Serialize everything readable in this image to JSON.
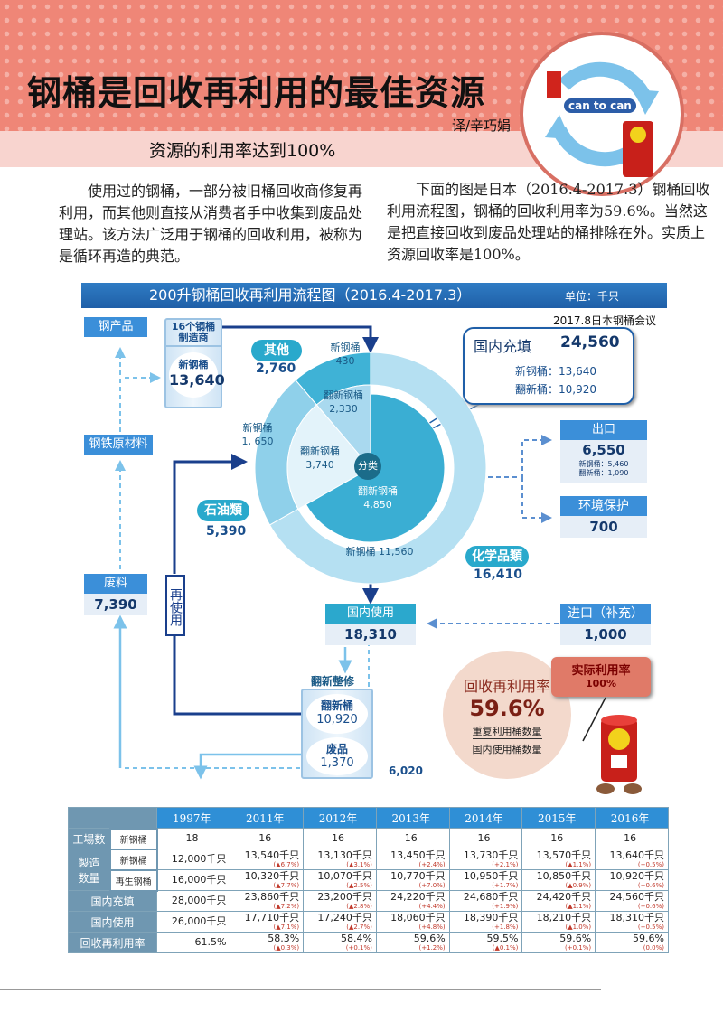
{
  "header": {
    "title": "钢桶是回收再利用的最佳资源",
    "translator": "译/辛巧娟",
    "subtitle": "资源的利用率达到100%",
    "logo_text": "can to can"
  },
  "paragraphs": {
    "left": "使用过的钢桶，一部分被旧桶回收商修复再利用，而其他则直接从消费者手中收集到废品处理站。该方法广泛用于钢桶的回收利用，被称为是循环再造的典范。",
    "right": "下面的图是日本（2016.4-2017.3）钢桶回收利用流程图，钢桶的回收利用率为59.6%。当然这是把直接回收到废品处理站的桶排除在外。实质上资源回收率是100%。"
  },
  "flow": {
    "title": "200升钢桶回收再利用流程图（2016.4-2017.3）",
    "unit": "单位：千只",
    "source": "2017.8日本钢桶会议",
    "steel_products": "钢产品",
    "raw_material": "钢铁原材料",
    "scrap": {
      "label": "废料",
      "value": "7,390"
    },
    "maker": {
      "label": "16个钢桶制造商",
      "sub": "新钢桶",
      "value": "13,640"
    },
    "other": {
      "label": "其他",
      "value": "2,760"
    },
    "oil": {
      "label": "石油類",
      "value": "5,390"
    },
    "chem": {
      "label": "化学品類",
      "value": "16,410"
    },
    "center": "分类",
    "filling": {
      "label": "国内充填",
      "value": "24,560",
      "new_label": "新钢桶：13,640",
      "reno_label": "翻新桶：10,920"
    },
    "export": {
      "label": "出口",
      "value": "6,550",
      "new": "新钢桶：5,460",
      "reno": "翻新桶：1,090"
    },
    "env": {
      "label": "环境保护",
      "value": "700"
    },
    "domestic": {
      "label": "国内使用",
      "value": "18,310"
    },
    "import": {
      "label": "进口（补充）",
      "value": "1,000"
    },
    "reuse": "再使用",
    "renovation": {
      "title": "翻新整修",
      "reno_label": "翻新桶",
      "reno_value": "10,920",
      "waste_label": "废品",
      "waste_value": "1,370"
    },
    "direct": "6,020",
    "rate": {
      "label": "回收再利用率",
      "value": "59.6%",
      "numerator": "重复利用桶数量",
      "denominator": "国内使用桶数量"
    },
    "actual": {
      "label": "实际利用率",
      "value": "100%"
    }
  },
  "chart_data": {
    "type": "pie",
    "title": "国内充填 24,560",
    "slices": [
      {
        "group": "其他",
        "outer_label": "新钢桶",
        "outer": 430,
        "outer_text": "430",
        "inner_label": "翻新钢桶",
        "inner": 2330,
        "inner_text": "2,330"
      },
      {
        "group": "石油類",
        "outer_label": "新钢桶",
        "outer": 1650,
        "outer_text": "1, 650",
        "inner_label": "翻新钢桶",
        "inner": 3740,
        "inner_text": "3,740"
      },
      {
        "group": "化学品類",
        "outer_label": "新钢桶",
        "outer": 11560,
        "outer_text": "11,560",
        "inner_label": "翻新钢桶",
        "inner": 4850,
        "inner_text": "4,850"
      }
    ]
  },
  "table": {
    "headers": [
      "1997年",
      "2011年",
      "2012年",
      "2013年",
      "2014年",
      "2015年",
      "2016年"
    ],
    "rows": [
      {
        "label": "工場数",
        "sub": "新钢桶",
        "cells": [
          {
            "v": "18"
          },
          {
            "v": "16"
          },
          {
            "v": "16"
          },
          {
            "v": "16"
          },
          {
            "v": "16"
          },
          {
            "v": "16"
          },
          {
            "v": "16"
          }
        ]
      },
      {
        "label": "製造",
        "sub": "新钢桶",
        "cells": [
          {
            "v": "12,000千只"
          },
          {
            "v": "13,540千只",
            "c": "(▲6.7%)"
          },
          {
            "v": "13,130千只",
            "c": "(▲3.1%)"
          },
          {
            "v": "13,450千只",
            "c": "(+2.4%)"
          },
          {
            "v": "13,730千只",
            "c": "(+2.1%)"
          },
          {
            "v": "13,570千只",
            "c": "(▲1.1%)"
          },
          {
            "v": "13,640千只",
            "c": "(+0.5%)"
          }
        ]
      },
      {
        "label": "数量",
        "sub": "再生钢桶",
        "cells": [
          {
            "v": "16,000千只"
          },
          {
            "v": "10,320千只",
            "c": "(▲7.7%)"
          },
          {
            "v": "10,070千只",
            "c": "(▲2.5%)"
          },
          {
            "v": "10,770千只",
            "c": "(+7.0%)"
          },
          {
            "v": "10,950千只",
            "c": "(+1.7%)"
          },
          {
            "v": "10,850千只",
            "c": "(▲0.9%)"
          },
          {
            "v": "10,920千只",
            "c": "(+0.6%)"
          }
        ]
      },
      {
        "label": "国内充填",
        "cells": [
          {
            "v": "28,000千只"
          },
          {
            "v": "23,860千只",
            "c": "(▲7.2%)"
          },
          {
            "v": "23,200千只",
            "c": "(▲2.8%)"
          },
          {
            "v": "24,220千只",
            "c": "(+4.4%)"
          },
          {
            "v": "24,680千只",
            "c": "(+1.9%)"
          },
          {
            "v": "24,420千只",
            "c": "(▲1.1%)"
          },
          {
            "v": "24,560千只",
            "c": "(+0.6%)"
          }
        ]
      },
      {
        "label": "国内使用",
        "cells": [
          {
            "v": "26,000千只"
          },
          {
            "v": "17,710千只",
            "c": "(▲7.1%)"
          },
          {
            "v": "17,240千只",
            "c": "(▲2.7%)"
          },
          {
            "v": "18,060千只",
            "c": "(+4.8%)"
          },
          {
            "v": "18,390千只",
            "c": "(+1.8%)"
          },
          {
            "v": "18,210千只",
            "c": "(▲1.0%)"
          },
          {
            "v": "18,310千只",
            "c": "(+0.5%)"
          }
        ]
      },
      {
        "label": "回收再利用率",
        "cells": [
          {
            "v": "61.5%"
          },
          {
            "v": "58.3%",
            "c": "(▲0.3%)"
          },
          {
            "v": "58.4%",
            "c": "(+0.1%)"
          },
          {
            "v": "59.6%",
            "c": "(+1.2%)"
          },
          {
            "v": "59.5%",
            "c": "(▲0.1%)"
          },
          {
            "v": "59.6%",
            "c": "(+0.1%)"
          },
          {
            "v": "59.6%",
            "c": "(0.0%)"
          }
        ]
      }
    ]
  },
  "colors": {
    "header_bg": "#ef8677",
    "blue": "#3b8fd9",
    "teal": "#29a9cc",
    "navy": "#1f5fa8"
  }
}
